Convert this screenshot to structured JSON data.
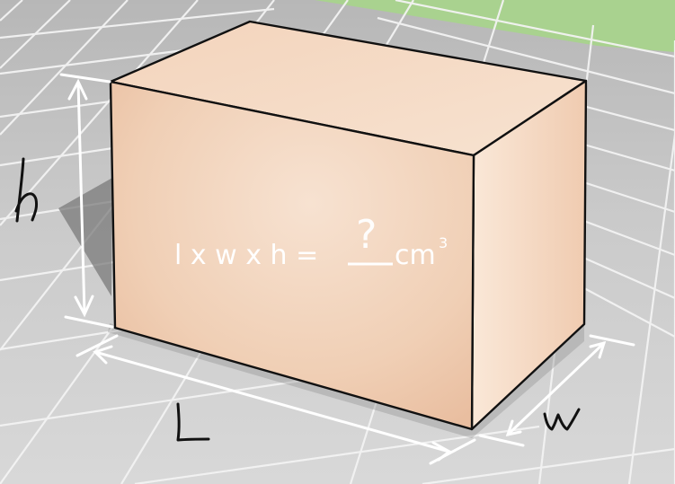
{
  "diagram": {
    "formula": {
      "lhs": "l x w x h =",
      "unknown": "?",
      "unit": "cm",
      "exponent": "3"
    },
    "dimension_labels": {
      "height": "h",
      "length": "L",
      "width": "w"
    },
    "colors": {
      "floor": "#c9c9c9",
      "floor_lines": "#f4f4f4",
      "grass": "#a9d28f",
      "box_front": "#f2d2b8",
      "box_top": "#f6dcc6",
      "box_side": "#f7e1cf",
      "box_outline": "#111111",
      "arrow": "#ffffff",
      "formula_text": "#ffffff"
    }
  }
}
